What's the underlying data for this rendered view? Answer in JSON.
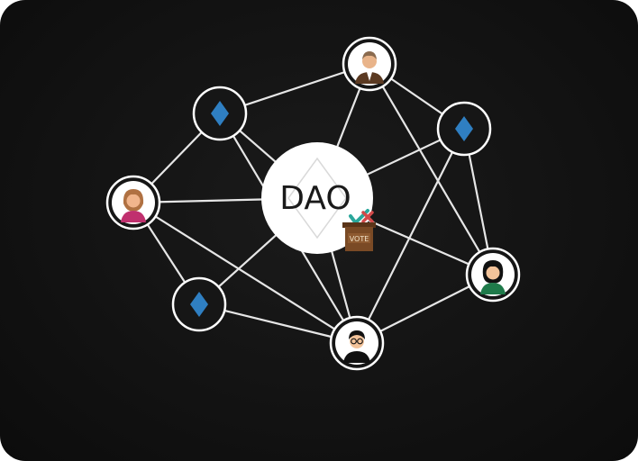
{
  "diagram": {
    "center_label": "DAO",
    "ballot_label": "VOTE",
    "colors": {
      "background": "#111111",
      "line": "#e6e6e6",
      "node_fill": "#161616",
      "ring": "#ffffff",
      "diamond": "#2f7fc2",
      "center_fill": "#ffffff",
      "ballot_box": "#7a4a25",
      "check": "#2aa79b",
      "cross": "#d24a4a"
    },
    "nodes": [
      {
        "name": "node-diamond-top-left",
        "kind": "token",
        "icon": "diamond-icon"
      },
      {
        "name": "node-person-top",
        "kind": "member",
        "icon": "man-avatar-icon"
      },
      {
        "name": "node-diamond-top-right",
        "kind": "token",
        "icon": "diamond-icon"
      },
      {
        "name": "node-person-left",
        "kind": "member",
        "icon": "woman-avatar-icon"
      },
      {
        "name": "node-person-right",
        "kind": "member",
        "icon": "woman-avatar-icon"
      },
      {
        "name": "node-diamond-bottom-left",
        "kind": "token",
        "icon": "diamond-icon"
      },
      {
        "name": "node-person-bottom",
        "kind": "member",
        "icon": "man-glasses-avatar-icon"
      }
    ]
  }
}
